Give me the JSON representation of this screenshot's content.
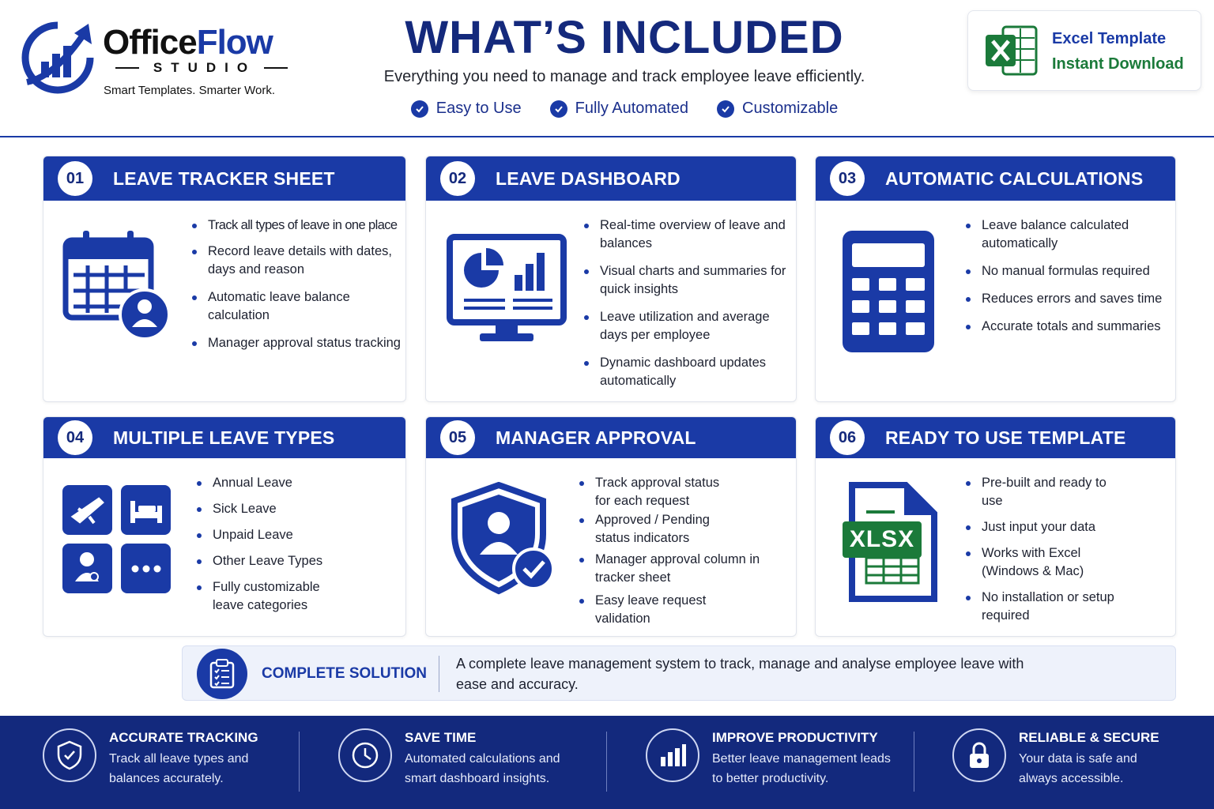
{
  "brand": {
    "name_part1": "Office",
    "name_part2": "Flow",
    "sub": "STUDIO",
    "tagline": "Smart Templates. Smarter Work."
  },
  "header": {
    "title": "WHAT’S INCLUDED",
    "subtitle": "Everything you need to manage and track employee leave efficiently.",
    "features": [
      "Easy to Use",
      "Fully Automated",
      "Customizable"
    ]
  },
  "badge": {
    "line1": "Excel Template",
    "line2": "Instant Download",
    "icon": "excel-icon"
  },
  "cards": [
    {
      "num": "01",
      "title": "LEAVE TRACKER SHEET",
      "icon": "calendar-user-icon",
      "bullets": [
        "Track all types of leave in one place",
        "Record leave details with dates, days and reason",
        "Automatic leave balance calculation",
        "Manager approval status tracking"
      ]
    },
    {
      "num": "02",
      "title": "LEAVE DASHBOARD",
      "icon": "monitor-chart-icon",
      "bullets": [
        "Real-time overview of leave and balances",
        "Visual charts and summaries for quick insights",
        "Leave utilization and average days per employee",
        "Dynamic dashboard updates automatically"
      ]
    },
    {
      "num": "03",
      "title": "AUTOMATIC CALCULATIONS",
      "icon": "calculator-icon",
      "bullets": [
        "Leave balance calculated automatically",
        "No manual formulas required",
        "Reduces errors and saves time",
        "Accurate totals and summaries"
      ]
    },
    {
      "num": "04",
      "title": "MULTIPLE LEAVE TYPES",
      "icon": "leave-types-icon",
      "bullets": [
        "Annual Leave",
        "Sick Leave",
        "Unpaid Leave",
        "Other Leave Types",
        "Fully customizable leave categories"
      ]
    },
    {
      "num": "05",
      "title": "MANAGER APPROVAL",
      "icon": "shield-user-check-icon",
      "bullets": [
        "Track approval status for each request",
        "Approved / Pending status indicators",
        "Manager approval column in tracker sheet",
        "Easy leave request validation"
      ]
    },
    {
      "num": "06",
      "title": "READY TO USE TEMPLATE",
      "icon": "xlsx-file-icon",
      "icon_text": "XLSX",
      "bullets": [
        "Pre-built and ready to use",
        "Just input your data",
        "Works with Excel (Windows & Mac)",
        "No installation or setup required"
      ]
    }
  ],
  "solution": {
    "label": "COMPLETE SOLUTION",
    "text": "A complete leave management system to track, manage and analyse employee leave with ease and accuracy.",
    "icon": "clipboard-check-icon"
  },
  "footer": [
    {
      "title": "ACCURATE TRACKING",
      "text": "Track all leave types and balances accurately.",
      "icon": "shield-check-icon"
    },
    {
      "title": "SAVE TIME",
      "text": "Automated calculations and smart dashboard insights.",
      "icon": "clock-icon"
    },
    {
      "title": "IMPROVE PRODUCTIVITY",
      "text": "Better leave management leads to better productivity.",
      "icon": "bar-chart-icon"
    },
    {
      "title": "RELIABLE & SECURE",
      "text": "Your data is safe and always accessible.",
      "icon": "lock-icon"
    }
  ],
  "colors": {
    "primary": "#1a3aa6",
    "dark": "#13297d",
    "excel_green": "#1b7a3a",
    "background": "#ffffff"
  }
}
